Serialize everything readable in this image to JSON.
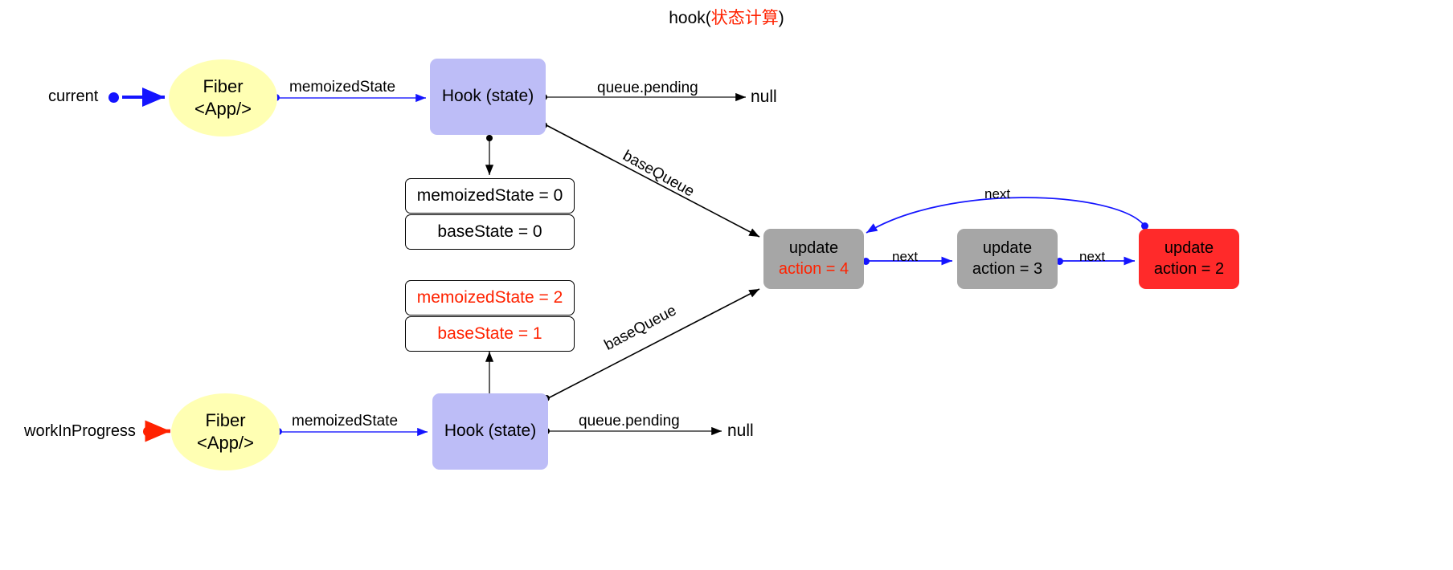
{
  "diagram": {
    "title_prefix": "hook(",
    "title_zh": "状态计算",
    "title_suffix": ")",
    "colors": {
      "fiber_fill": "#ffffb3",
      "hook_fill": "#bdbdf7",
      "update_gray": "#a6a6a6",
      "update_red": "#ff2a2a",
      "accent_blue": "#1414ff",
      "accent_red": "#ff2200"
    }
  },
  "nodes": {
    "current_label": "current",
    "workinprogress_label": "workInProgress",
    "fiber_top_line1": "Fiber",
    "fiber_top_line2": "<App/>",
    "fiber_bottom_line1": "Fiber",
    "fiber_bottom_line2": "<App/>",
    "hook_top": "Hook (state)",
    "hook_bottom": "Hook (state)",
    "null_top": "null",
    "null_bottom": "null"
  },
  "edges": {
    "memoized_top": "memoizedState",
    "memoized_bottom": "memoizedState",
    "queue_pending_top": "queue.pending",
    "queue_pending_bottom": "queue.pending",
    "basequeue_top": "baseQueue",
    "basequeue_bottom": "baseQueue",
    "next_1": "next",
    "next_2": "next",
    "next_loop": "next"
  },
  "state_tables": [
    {
      "name": "current-state-table",
      "color": "black",
      "rows": [
        "memoizedState = 0",
        "baseState = 0"
      ]
    },
    {
      "name": "workinprogress-state-table",
      "color": "red",
      "rows": [
        "memoizedState = 2",
        "baseState = 1"
      ]
    }
  ],
  "update_queue": [
    {
      "title": "update",
      "action": "action = 4",
      "variant": "gray",
      "action_color": "red"
    },
    {
      "title": "update",
      "action": "action = 3",
      "variant": "gray",
      "action_color": "black"
    },
    {
      "title": "update",
      "action": "action = 2",
      "variant": "red",
      "action_color": "black"
    }
  ]
}
